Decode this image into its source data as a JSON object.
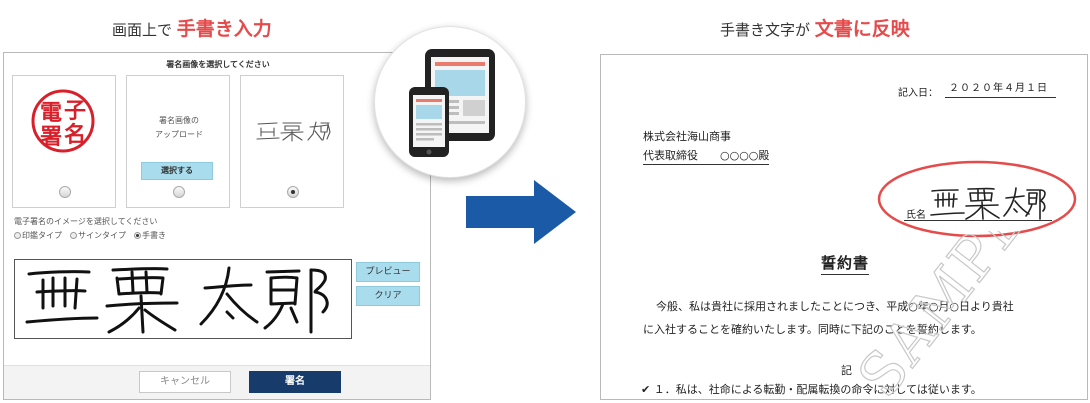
{
  "headings": {
    "left_plain": "画面上で",
    "left_emphasis": "手書き入力",
    "right_plain": "手書き文字が",
    "right_emphasis": "文書に反映"
  },
  "dialog": {
    "title": "署名画像を選択してください",
    "seal_chars": [
      "子",
      "電",
      "名",
      "署"
    ],
    "upload_text_line1": "署名画像の",
    "upload_text_line2": "アップロード",
    "select_button": "選択する",
    "selected_option_index": 2,
    "image_type_label": "電子署名のイメージを選択してください",
    "image_types": [
      {
        "label": "印鑑タイプ",
        "selected": false
      },
      {
        "label": "サインタイプ",
        "selected": false
      },
      {
        "label": "手書き",
        "selected": true
      }
    ],
    "preview_button": "プレビュー",
    "clear_button": "クリア",
    "cancel_button": "キャンセル",
    "sign_button": "署名"
  },
  "document": {
    "date_label": "記入日：",
    "date_value": "２０２０年４月１日",
    "company": "株式会社海山商事",
    "representative": "代表取締役　　○○○○殿",
    "name_label": "氏名",
    "title": "誓約書",
    "body_line1": "今般、私は貴社に採用されましたことにつき、平成○年○月○日より貴社",
    "body_line2": "に入社することを確約いたします。同時に下記のことを誓約します。",
    "ki": "記",
    "item1": "１．私は、社命による転勤・配属転換の命令に対しては従います。",
    "watermark_text": "SAMPLE"
  },
  "colors": {
    "accent_red": "#e54b4b",
    "arrow_blue": "#1a5aa6",
    "button_light_blue": "#a9dcec",
    "sign_button_navy": "#173b6b"
  }
}
